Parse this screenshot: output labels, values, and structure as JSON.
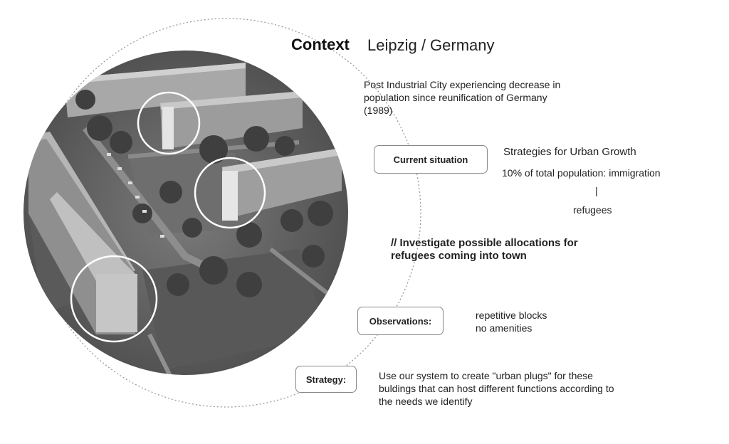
{
  "header": {
    "title": "Context",
    "subtitle": "Leipzig / Germany"
  },
  "context_description": "Post Industrial City experiencing decrease in population since reunification of Germany (1989)",
  "current_situation": {
    "label": "Current situation",
    "heading": "Strategies for Urban Growth",
    "stat": "10% of total population: immigration",
    "separator": "|",
    "sub": "refugees"
  },
  "investigation": {
    "line1": "// Investigate possible allocations for",
    "line2": "refugees coming into town"
  },
  "observations": {
    "label": "Observations:",
    "items": [
      "repetitive blocks",
      "no amenities"
    ]
  },
  "strategy": {
    "label": "Strategy:",
    "lines": [
      "Use our system to create \"urban plugs\" for these",
      "buldings that can host different functions according to",
      "the needs we identify"
    ]
  },
  "colors": {
    "border": "#888888",
    "text": "#222222",
    "dotted_circle": "#9a9a9a",
    "highlight_ring": "#ffffff"
  }
}
